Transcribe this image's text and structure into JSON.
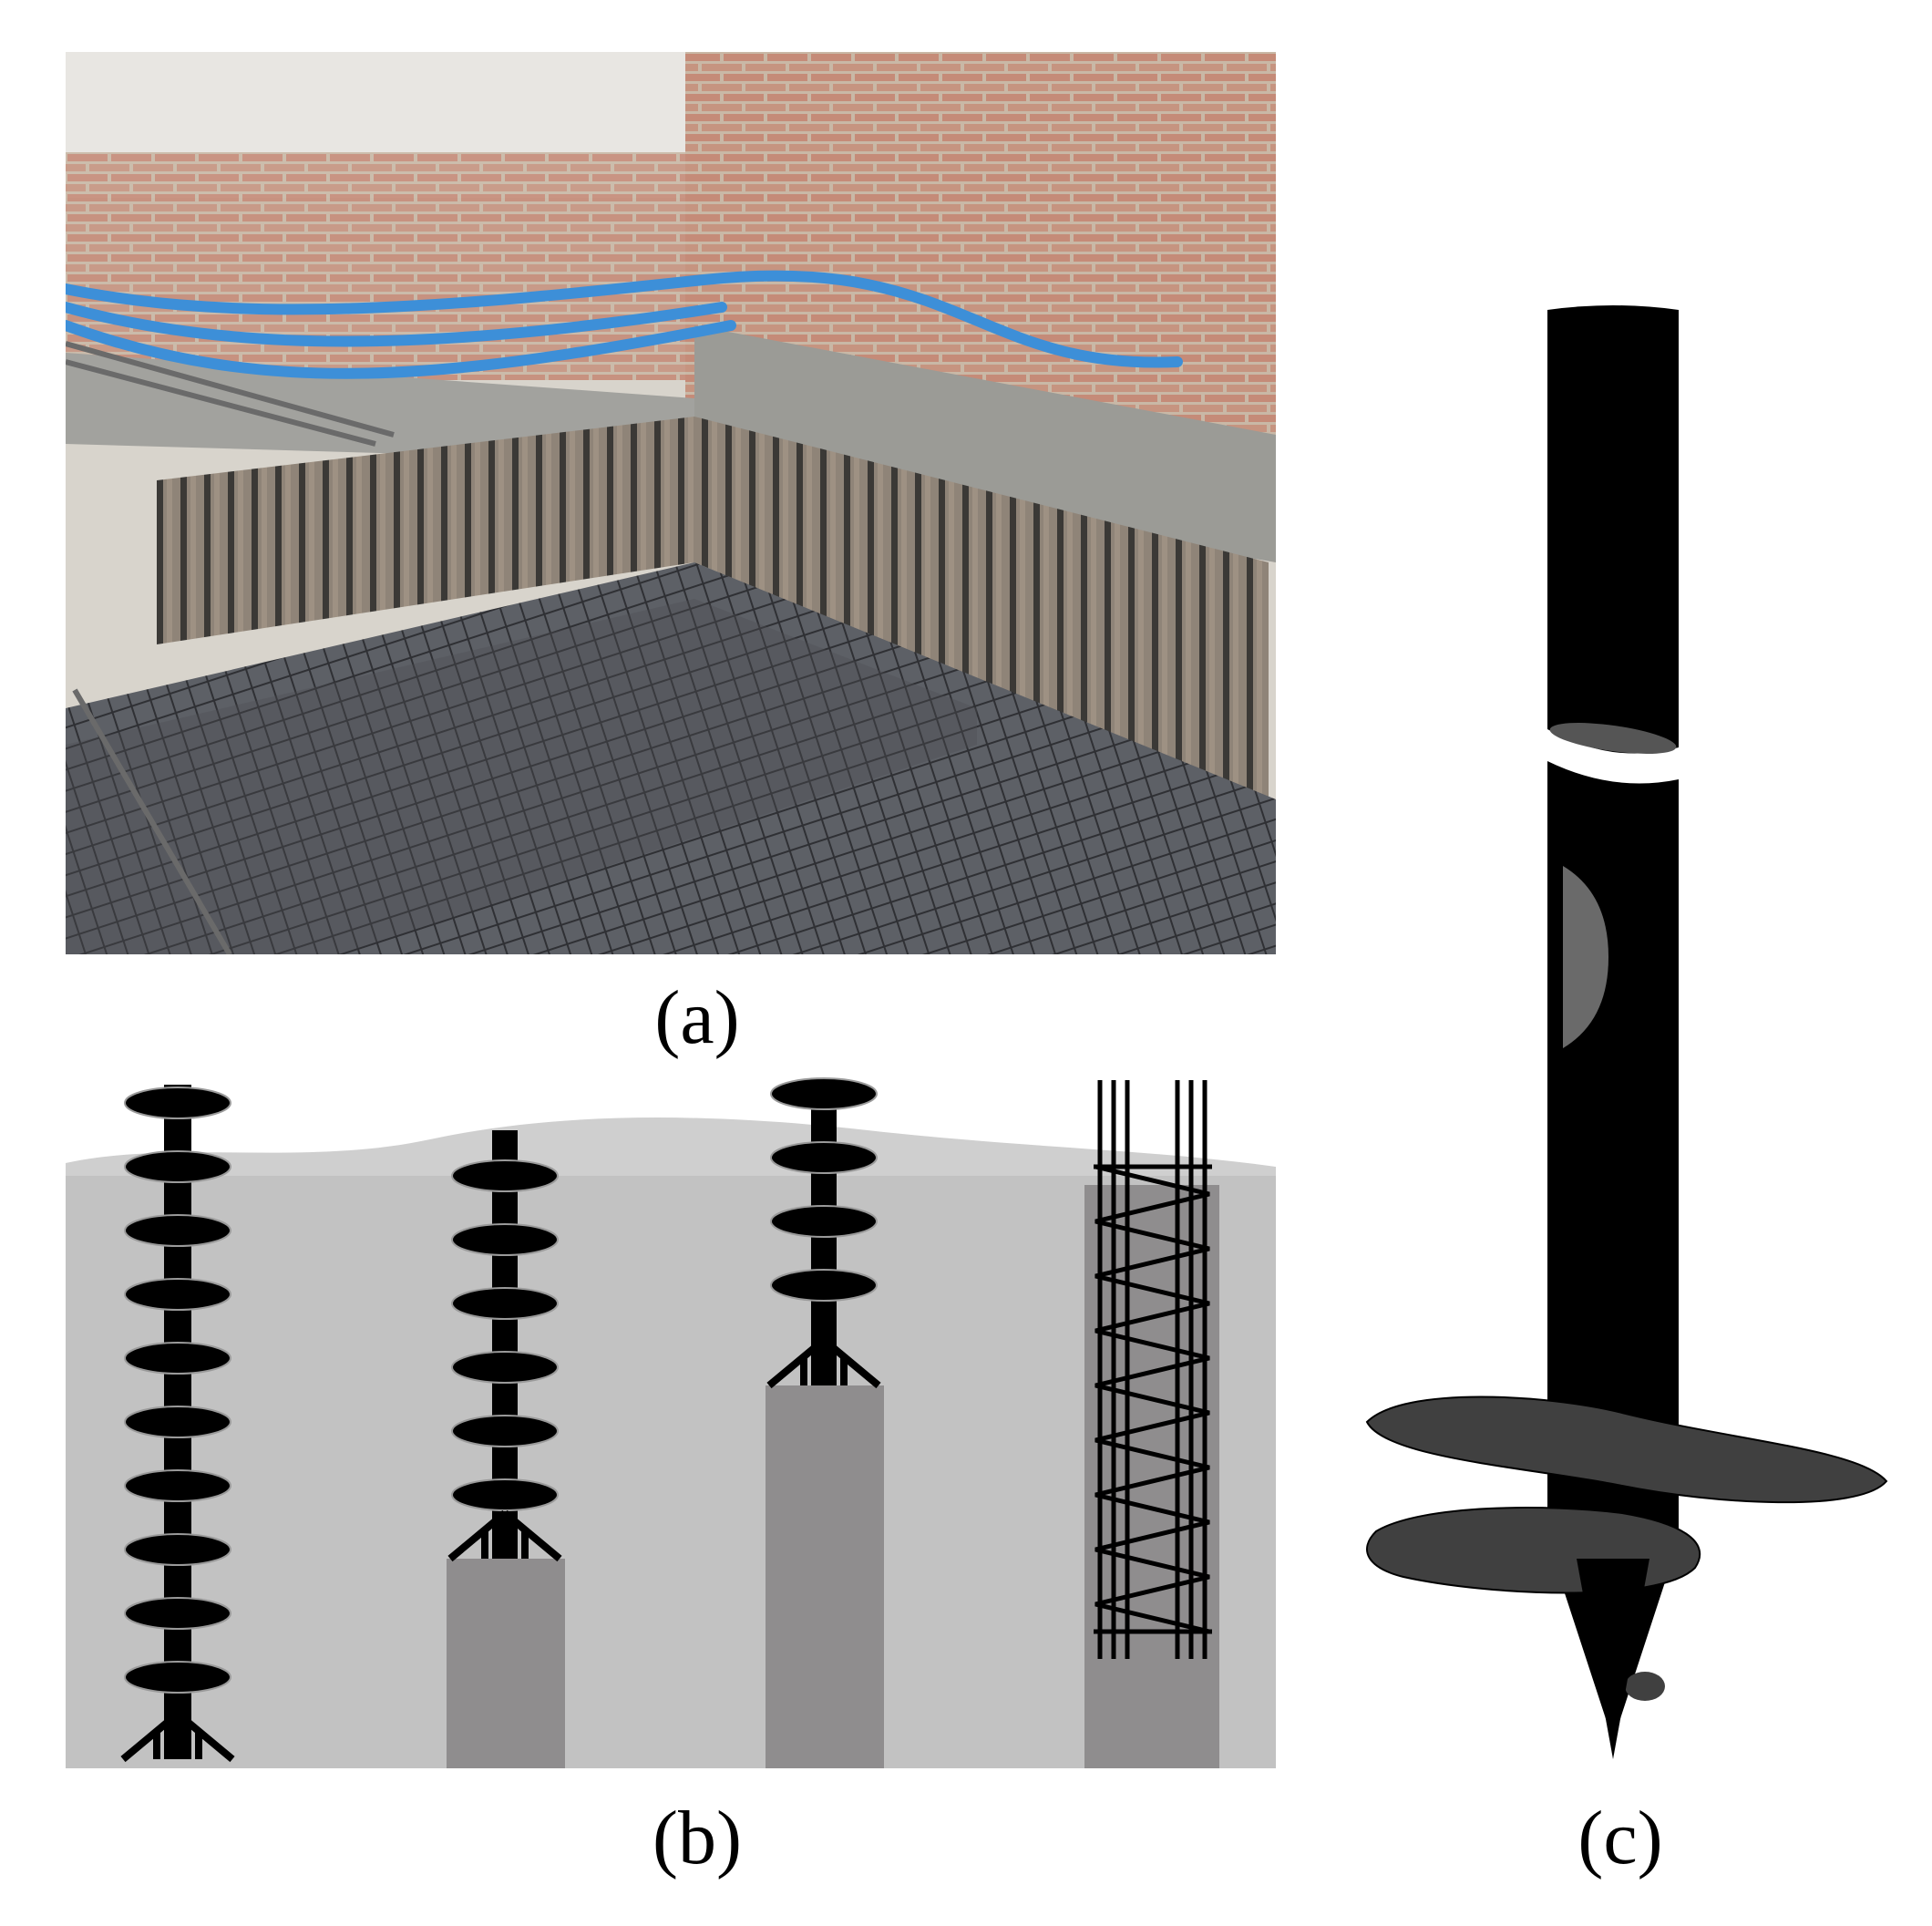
{
  "captions": {
    "a": "(a)",
    "b": "(b)",
    "c": "(c)"
  },
  "panels": {
    "a": {
      "content": "construction-photo"
    },
    "b": {
      "content": "installation-stages",
      "stage_count": 4
    },
    "c": {
      "content": "helical-pile-model"
    }
  },
  "colors": {
    "pile": "#000000",
    "blade": "#404040",
    "soil": "#c2c2c2",
    "grout": "#8f8d8e",
    "hose": "#3d8fd8",
    "brick": "#c47c68",
    "concrete": "#9b9b96"
  }
}
